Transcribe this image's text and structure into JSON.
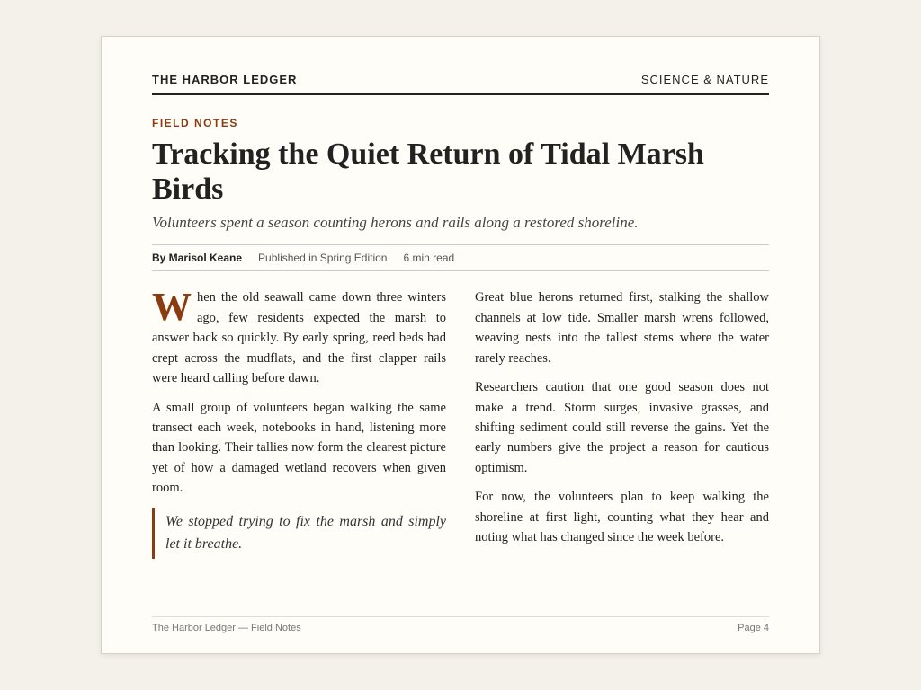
{
  "masthead": {
    "brand": "The Harbor Ledger",
    "section": "Science & Nature"
  },
  "article": {
    "kicker": "Field Notes",
    "headline": "Tracking the Quiet Return of Tidal Marsh Birds",
    "dek": "Volunteers spent a season counting herons and rails along a restored shoreline.",
    "author": "By Marisol Keane",
    "date": "Published in Spring Edition",
    "read_time": "6 min read",
    "paragraphs": [
      "When the old seawall came down three winters ago, few residents expected the marsh to answer back so quickly. By early spring, reed beds had crept across the mudflats, and the first clapper rails were heard calling before dawn.",
      "A small group of volunteers began walking the same transect each week, notebooks in hand, listening more than looking. Their tallies now form the clearest picture yet of how a damaged wetland recovers when given room.",
      "Great blue herons returned first, stalking the shallow channels at low tide. Smaller marsh wrens followed, weaving nests into the tallest stems where the water rarely reaches.",
      "Researchers caution that one good season does not make a trend. Storm surges, invasive grasses, and shifting sediment could still reverse the gains. Yet the early numbers give the project a reason for cautious optimism.",
      "For now, the volunteers plan to keep walking the shoreline at first light, counting what they hear and noting what has changed since the week before."
    ],
    "pullquote": "We stopped trying to fix the marsh and simply let it breathe."
  },
  "footer": {
    "left": "The Harbor Ledger — Field Notes",
    "right": "Page 4"
  }
}
